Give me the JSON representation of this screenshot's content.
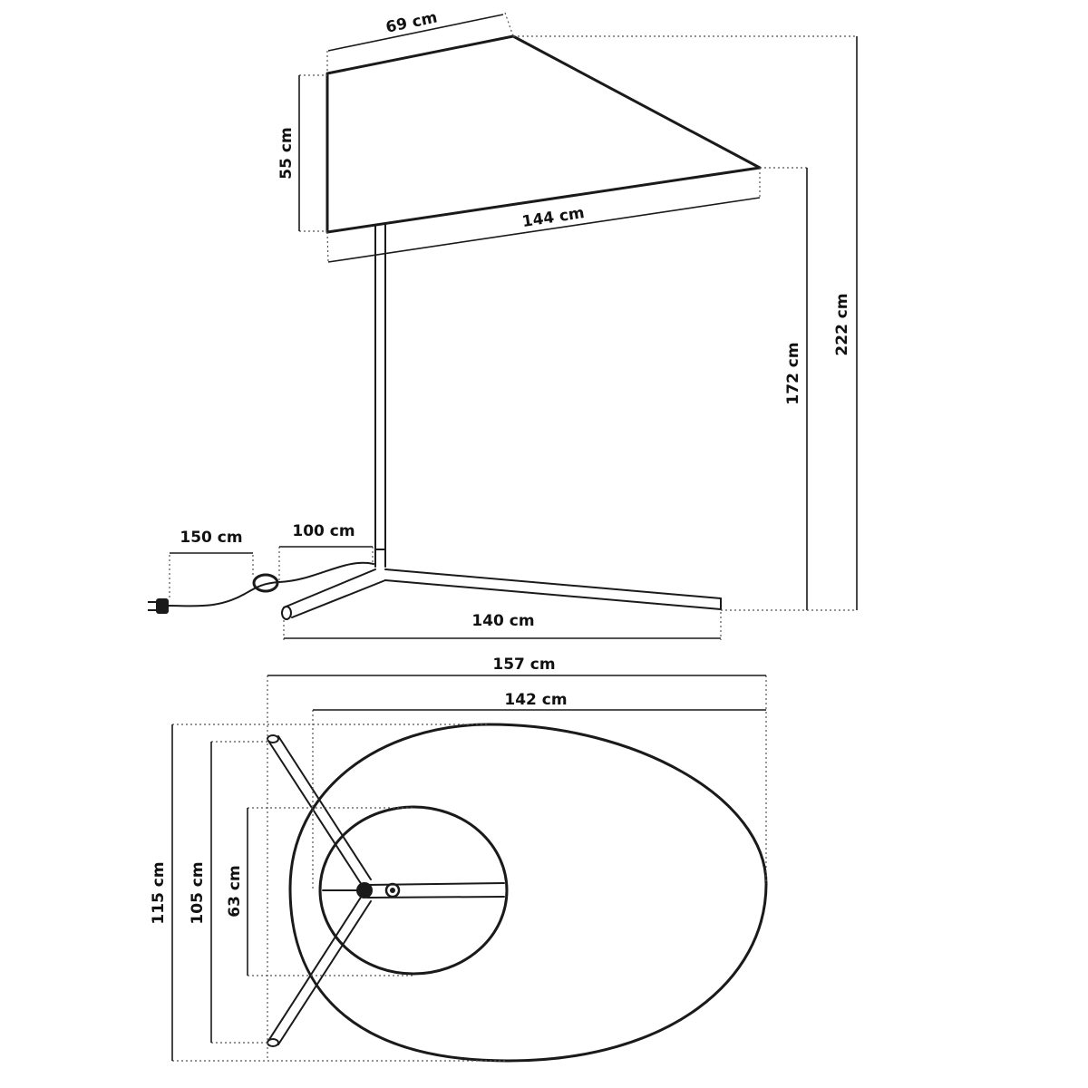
{
  "dimensions": {
    "shade_top_depth": "69 cm",
    "shade_height": "55 cm",
    "shade_width": "144 cm",
    "cable_length": "150 cm",
    "switch_distance": "100 cm",
    "base_width": "140 cm",
    "shade_bottom_height": "172 cm",
    "total_height": "222 cm",
    "plan_total_width": "157 cm",
    "plan_shade_width": "142 cm",
    "plan_total_depth": "115 cm",
    "plan_base_depth": "105 cm",
    "plan_top_opening": "63 cm"
  }
}
